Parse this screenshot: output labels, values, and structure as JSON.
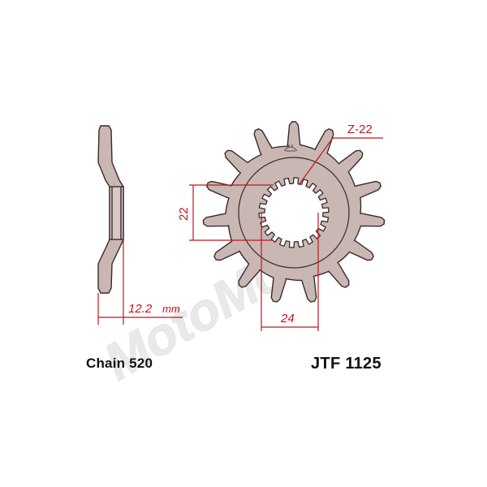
{
  "drawing": {
    "teeth_label": "Z-22",
    "dim_outer_height": "22",
    "dim_spline_width": "24",
    "dim_offset_value": "12.2",
    "dim_offset_unit": "mm",
    "watermark": "MotoMoto"
  },
  "chain_label": "Chain 520",
  "part_number": "JTF 1125",
  "colors": {
    "dimension": "#c0161c",
    "part_fill": "#c9b7b4",
    "outline": "#3a2a2a",
    "watermark": "#e6e6e6"
  }
}
